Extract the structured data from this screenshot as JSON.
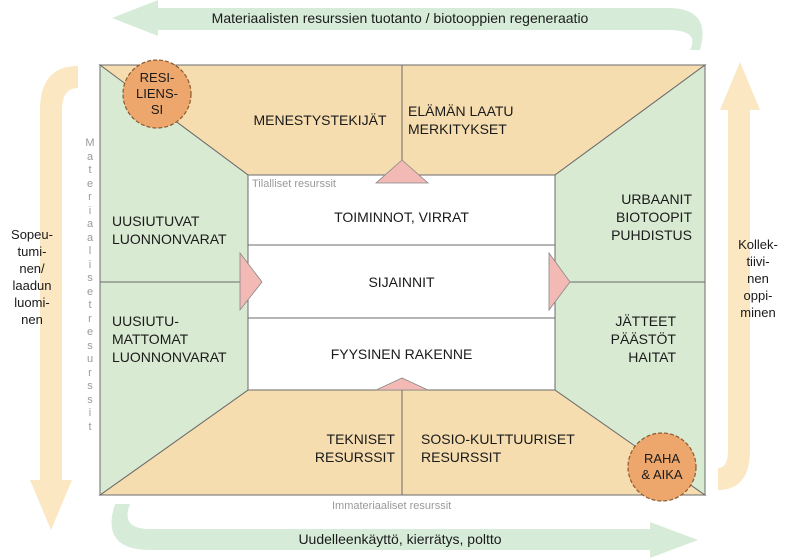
{
  "arrows": {
    "top": "Materiaalisten resurssien tuotanto / biotooppien regeneraatio",
    "bottom": "Uudelleenkäyttö, kierrätys, poltto",
    "left": [
      "Sopeu-",
      "tumi-",
      "nen/",
      "laadun",
      "luomi-",
      "nen"
    ],
    "right": [
      "Kollek-",
      "tiivi-",
      "nen",
      "oppi-",
      "minen"
    ]
  },
  "vertical_label": "Materiaaliset resurssit",
  "grey_labels": {
    "spatial": "Tilalliset resurssit",
    "immaterial": "Immateriaaliset resurssit"
  },
  "quadrants": {
    "top_left": [
      "MENESTYSTEKIJÄT"
    ],
    "top_right": [
      "ELÄMÄN LAATU",
      "MERKITYKSET"
    ],
    "left_upper": [
      "UUSIUTUVAT",
      "LUONNONVARAT"
    ],
    "left_lower": [
      "UUSIUTU-",
      "MATTOMAT",
      "LUONNONVARAT"
    ],
    "right_upper": [
      "URBAANIT",
      "BIOTOOPIT",
      "PUHDISTUS"
    ],
    "right_lower": [
      "JÄTTEET",
      "PÄÄSTÖT",
      "HAITAT"
    ],
    "bottom_left": [
      "TEKNISET",
      "RESURSSIT"
    ],
    "bottom_right": [
      "SOSIO-KULTTUURISET",
      "RESURSSIT"
    ]
  },
  "center": {
    "row1": "TOIMINNOT, VIRRAT",
    "row2": "SIJAINNIT",
    "row3": "FYYSINEN RAKENNE"
  },
  "circles": {
    "resilience": [
      "RESI-",
      "LIENS-",
      "SI"
    ],
    "money_time": [
      "RAHA",
      "& AIKA"
    ]
  },
  "colors": {
    "green_fill": "#d9ead3",
    "orange_fill": "#f6ddb0",
    "arrow_green": "#d7ecd8",
    "arrow_orange": "#fbe8c2",
    "pink": "#f3b9b5",
    "circle": "#eda66b"
  }
}
